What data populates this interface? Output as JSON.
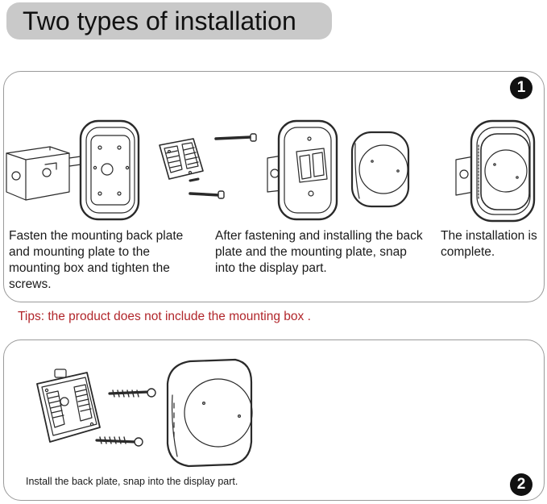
{
  "title": "Two types of installation",
  "method_1": {
    "badge": "1",
    "steps": [
      {
        "text": "Fasten the mounting back plate and mounting plate to the mounting box and tighten the screws."
      },
      {
        "text": "After fastening and installing the back plate and the mounting plate, snap into the display part."
      },
      {
        "text": "The installation is complete."
      }
    ]
  },
  "tips": "Tips: the product does not include the mounting box .",
  "method_2": {
    "badge": "2",
    "caption": "Install the back plate,  snap into the display part."
  },
  "colors": {
    "tips_text": "#b1262b",
    "title_pill": "#c9c9c9",
    "badge": "#111111"
  },
  "illustrations": [
    "mounting-box",
    "mounting-plate",
    "back-plate",
    "screw",
    "display-unit",
    "installed-device"
  ]
}
